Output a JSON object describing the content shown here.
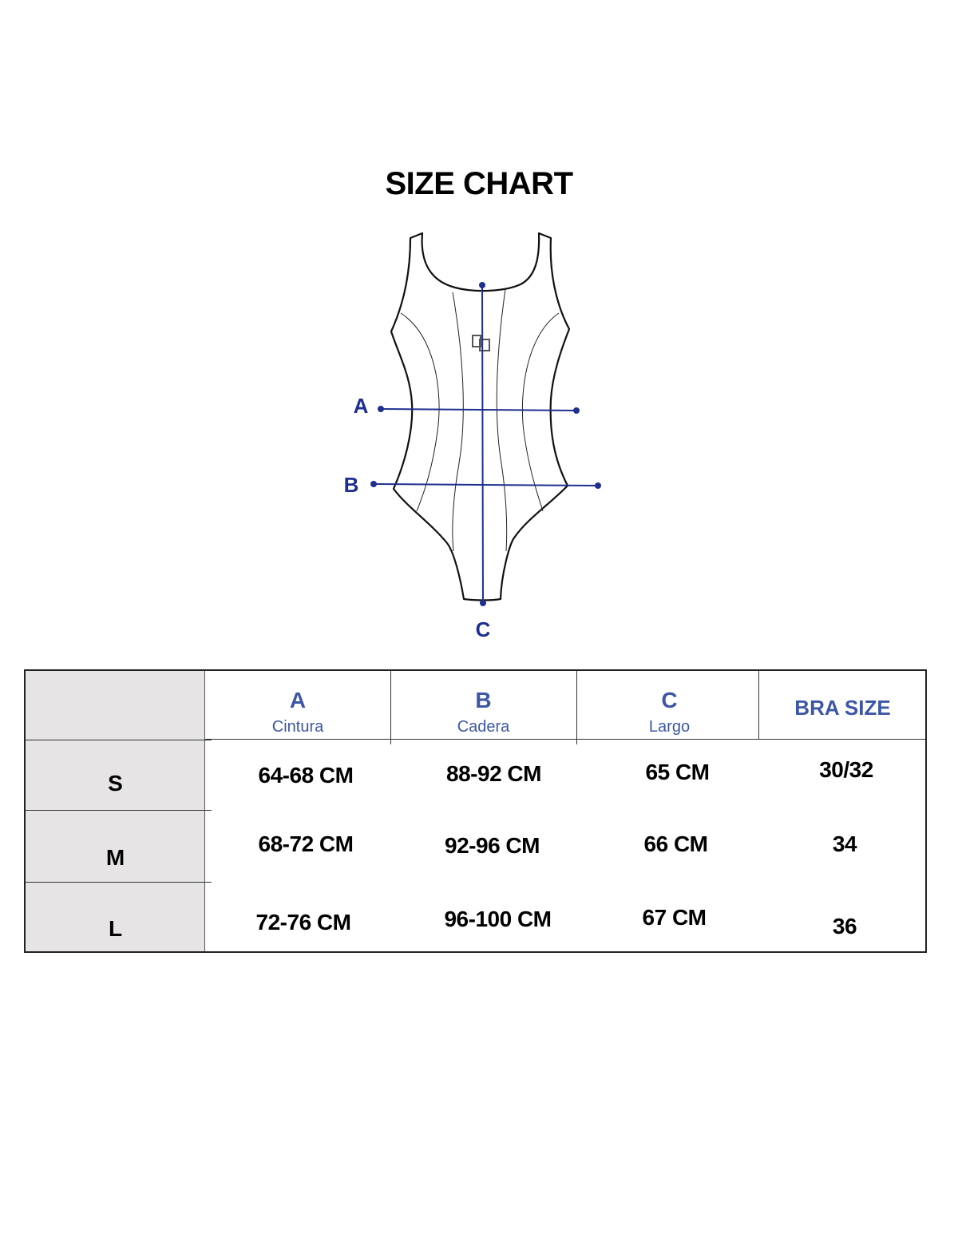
{
  "title": "SIZE CHART",
  "diagram": {
    "labels": {
      "a": "A",
      "b": "B",
      "c": "C"
    },
    "accent_color": "#1f2f8f"
  },
  "table": {
    "columns": [
      {
        "letter": "A",
        "sub": "Cintura"
      },
      {
        "letter": "B",
        "sub": "Cadera"
      },
      {
        "letter": "C",
        "sub": "Largo"
      }
    ],
    "bra_header": "BRA SIZE",
    "header_color": "#3d57a6",
    "size_col_bg": "#e6e4e5",
    "rows": [
      {
        "size": "S",
        "a": "64-68 CM",
        "b": "88-92 CM",
        "c": "65 CM",
        "bra": "30/32"
      },
      {
        "size": "M",
        "a": "68-72 CM",
        "b": "92-96 CM",
        "c": "66 CM",
        "bra": "34"
      },
      {
        "size": "L",
        "a": "72-76 CM",
        "b": "96-100 CM",
        "c": "67 CM",
        "bra": "36"
      }
    ]
  }
}
